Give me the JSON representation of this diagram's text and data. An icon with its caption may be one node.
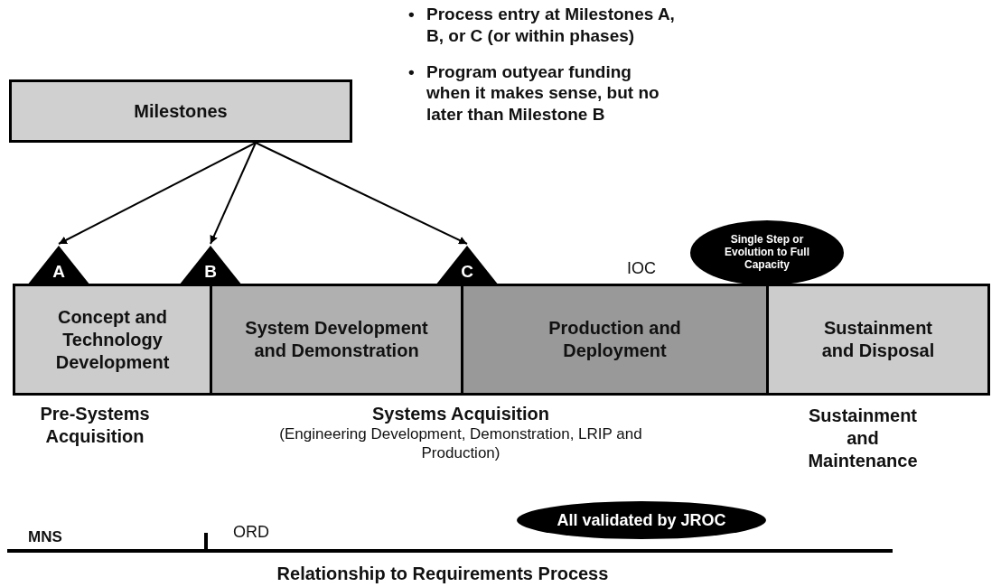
{
  "diagram": {
    "nodes": [
      {
        "text": [
          "Milestones"
        ]
      },
      {
        "text": [
          "A"
        ]
      },
      {
        "text": [
          "B"
        ]
      },
      {
        "text": [
          "C"
        ]
      },
      {
        "text": [
          "Concept and Technology Development"
        ]
      },
      {
        "text": [
          "System Development and Demonstration"
        ]
      },
      {
        "text": [
          "Production and Deployment"
        ]
      },
      {
        "text": [
          "Sustainment and Disposal"
        ]
      },
      {
        "text": [
          "Single Step or Evolution to Full Capacity"
        ]
      },
      {
        "text": [
          "All validated by JROC"
        ]
      }
    ],
    "edges": [
      {
        "from": 0,
        "to": 1,
        "arrow": "to"
      },
      {
        "from": 0,
        "to": 2,
        "arrow": "to"
      },
      {
        "from": 0,
        "to": 3,
        "arrow": "to"
      }
    ],
    "labels": [
      "•",
      "Process entry at Milestones A, B, or C (or within phases)",
      "•",
      "Program outyear funding when it makes sense, but no later than Milestone B",
      "IOC",
      "Pre-Systems Acquisition",
      "Systems Acquisition",
      "(Engineering Development, Demonstration, LRIP and Production)",
      "Sustainment and Maintenance",
      "MNS",
      "ORD",
      "Relationship to Requirements Process"
    ]
  }
}
